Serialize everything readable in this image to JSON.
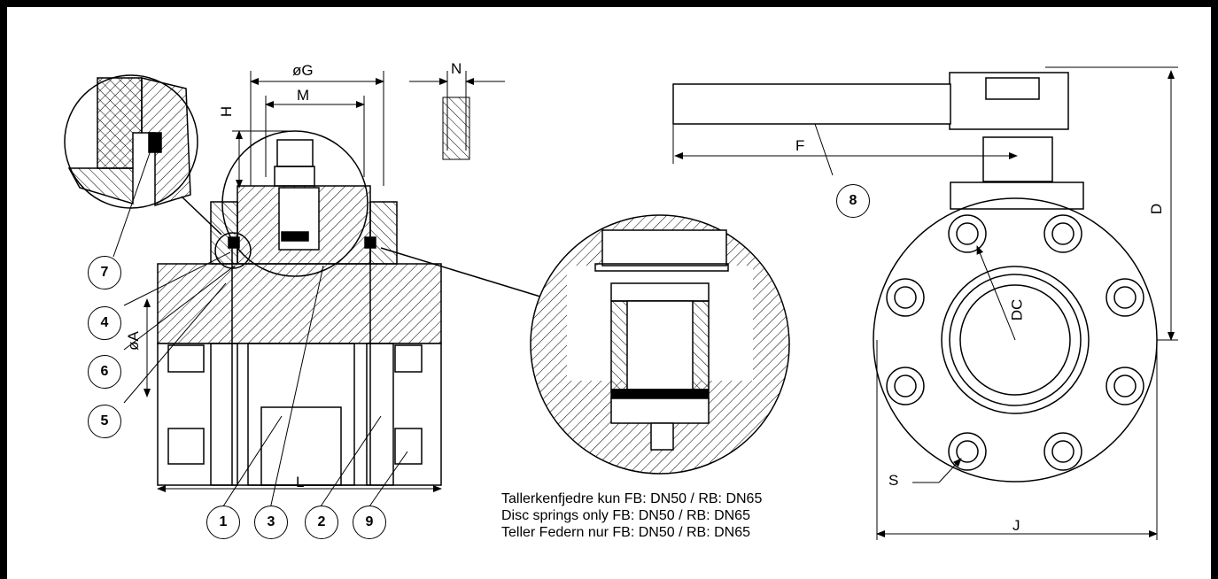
{
  "dimensions": {
    "G": "øG",
    "M": "M",
    "N": "N",
    "H": "H",
    "A": "øA",
    "L": "L",
    "F": "F",
    "D": "D",
    "DC": "DC",
    "S": "S",
    "J": "J"
  },
  "callouts": [
    "7",
    "4",
    "6",
    "5",
    "1",
    "3",
    "2",
    "9",
    "8"
  ],
  "notes": [
    "Tallerkenfjedre kun FB: DN50 / RB: DN65",
    "Disc springs only FB: DN50 / RB: DN65",
    "Teller Federn nur FB: DN50 / RB: DN65"
  ]
}
